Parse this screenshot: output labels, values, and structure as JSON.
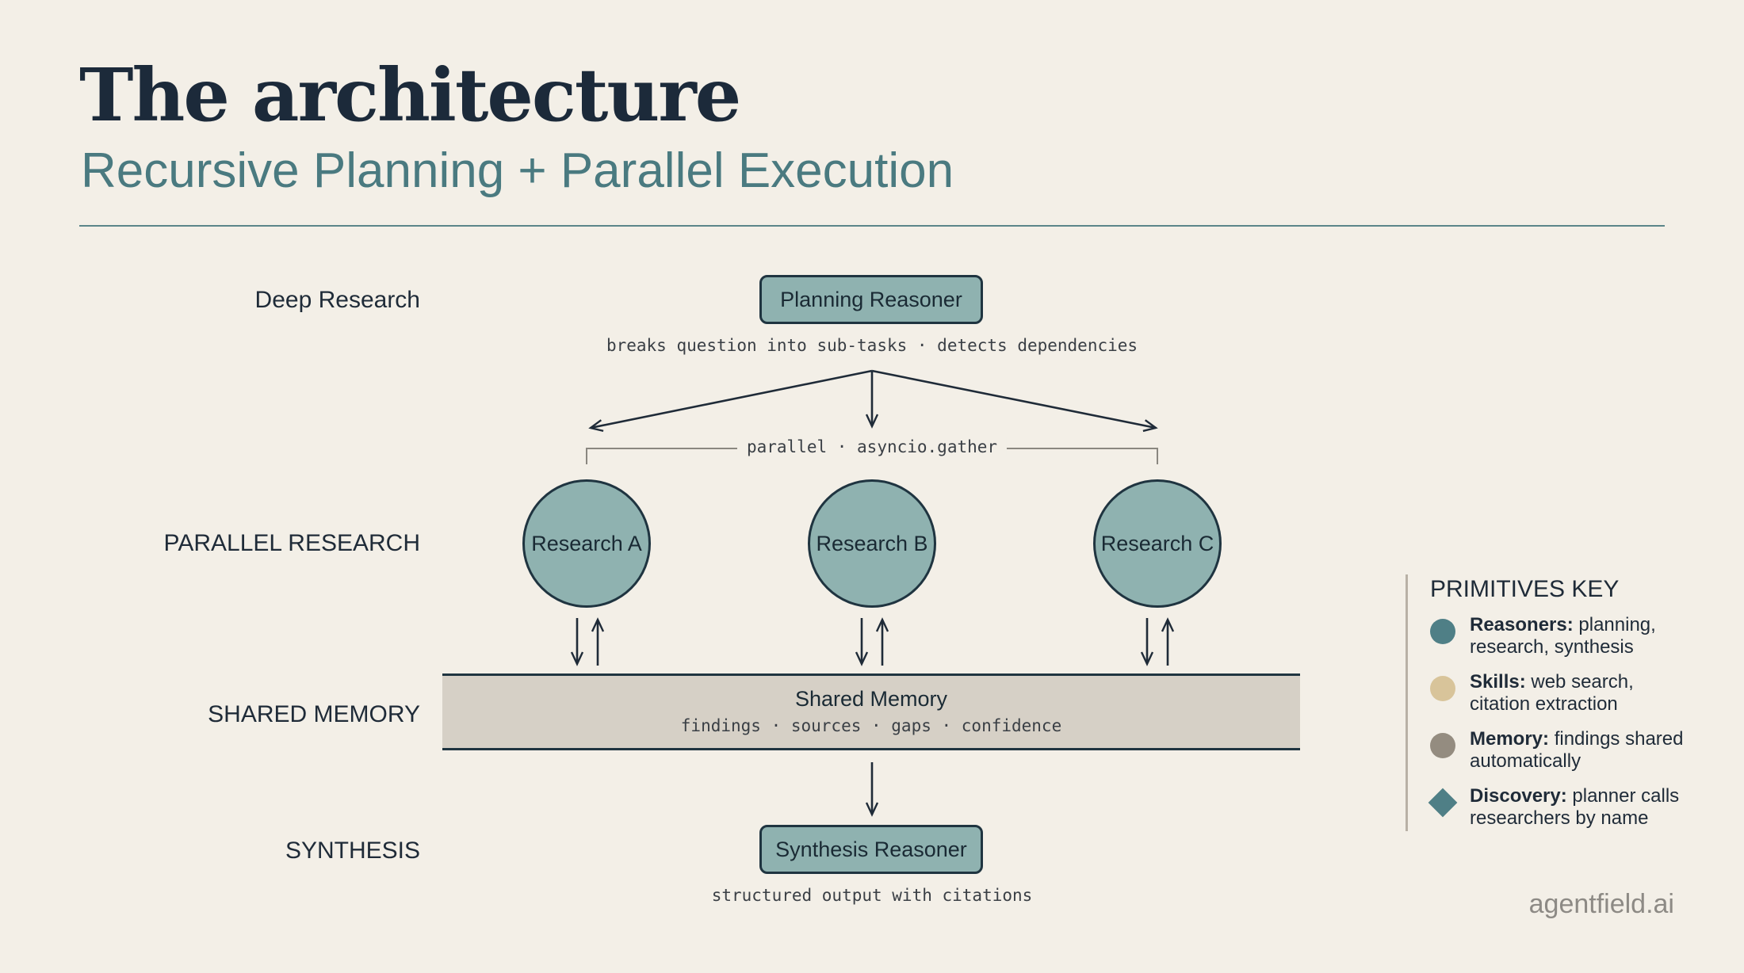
{
  "header": {
    "title": "The architecture",
    "subtitle": "Recursive Planning + Parallel Execution"
  },
  "rows": {
    "deep_research": "Deep Research",
    "parallel_research": "PARALLEL RESEARCH",
    "shared_memory": "SHARED MEMORY",
    "synthesis": "SYNTHESIS"
  },
  "planner": {
    "label": "Planning Reasoner",
    "caption": "breaks question into sub-tasks · detects dependencies"
  },
  "parallel_caption": "parallel · asyncio.gather",
  "researchers": [
    {
      "label": "Research A"
    },
    {
      "label": "Research B"
    },
    {
      "label": "Research C"
    }
  ],
  "memory": {
    "label": "Shared Memory",
    "caption": "findings · sources · gaps · confidence"
  },
  "synthesizer": {
    "label": "Synthesis Reasoner",
    "caption": "structured output with citations"
  },
  "key": {
    "title": "PRIMITIVES KEY",
    "items": [
      {
        "name": "Reasoners:",
        "desc": " planning, research, synthesis",
        "color": "#4f7f86",
        "shape": "circle"
      },
      {
        "name": "Skills:",
        "desc": " web search, citation extraction",
        "color": "#d8c49a",
        "shape": "circle"
      },
      {
        "name": "Memory:",
        "desc": " findings shared automatically",
        "color": "#948c80",
        "shape": "circle"
      },
      {
        "name": "Discovery:",
        "desc": " planner calls researchers by name",
        "color": "#4f7f86",
        "shape": "diamond"
      }
    ]
  },
  "brand": "agentfield.ai",
  "colors": {
    "background": "#f3efe7",
    "node_fill": "#8fb2b0",
    "node_border": "#1f3440",
    "accent": "#4a7a80",
    "memory_fill": "#d6d0c6"
  }
}
